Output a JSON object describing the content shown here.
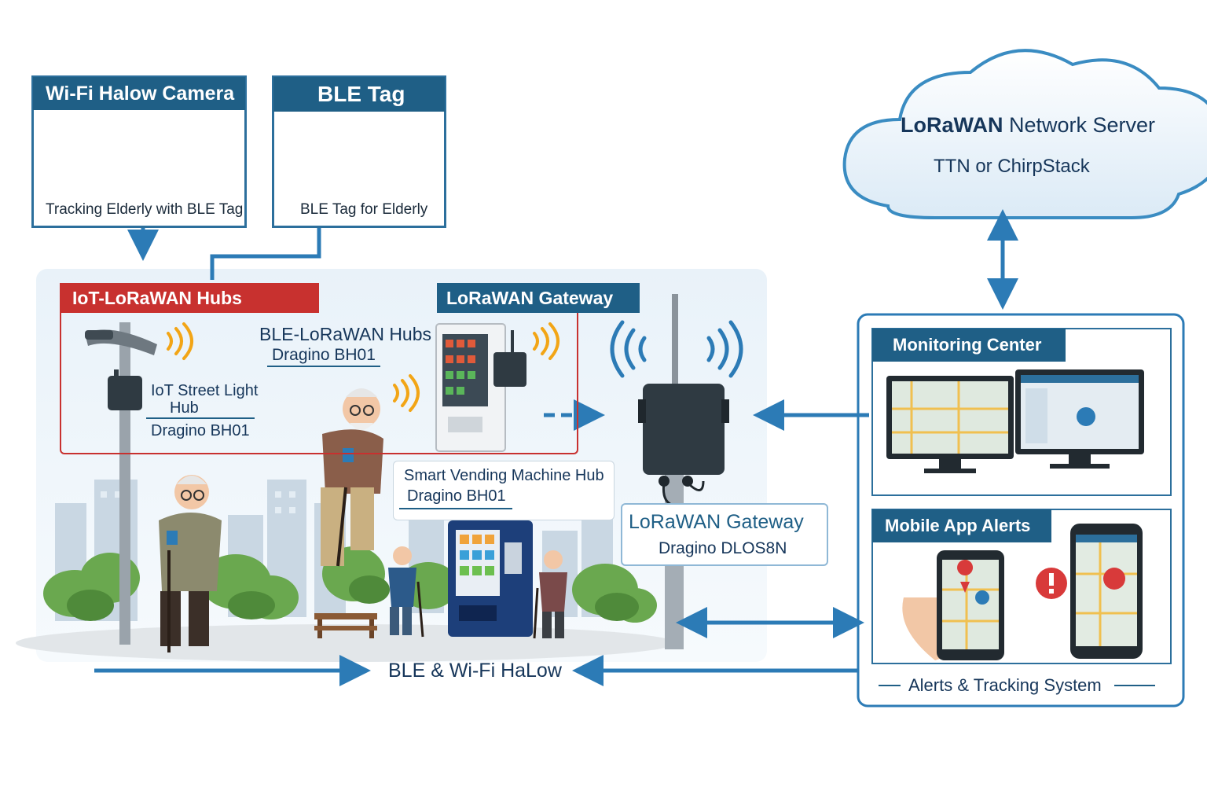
{
  "camera_box": {
    "title": "Wi-Fi Halow Camera",
    "caption": "Tracking Elderly with BLE Tag"
  },
  "ble_tag_box": {
    "title": "BLE Tag",
    "caption": "BLE Tag for Elderly"
  },
  "cloud": {
    "title_bold": "LoRaWAN",
    "title_rest": " Network Server",
    "subtitle": "TTN or ChirpStack"
  },
  "iot_hubs": {
    "title": "IoT-LoRaWAN Hubs"
  },
  "street_light_hub": {
    "line1": "IoT Street Light",
    "line2": "Hub",
    "model": "Dragino BH01"
  },
  "ble_lorawan_hubs": {
    "title": "BLE-LoRaWAN Hubs",
    "model": "Dragino BH01"
  },
  "gateway_header": {
    "title": "LoRaWAN Gateway"
  },
  "vending_hub": {
    "title": "Smart Vending Machine Hub",
    "model": "Dragino BH01"
  },
  "gateway_label": {
    "title": "LoRaWAN Gateway",
    "model": "Dragino DLOS8N"
  },
  "monitoring_center": {
    "title": "Monitoring Center"
  },
  "mobile_app": {
    "title": "Mobile App Alerts"
  },
  "alerts_system": {
    "label": "Alerts & Tracking System"
  },
  "bottom_link": {
    "label": "BLE & Wi-Fi HaLow"
  },
  "colors": {
    "navy": "#1f5f86",
    "blue": "#2c7bb6",
    "red": "#c8312f",
    "teal": "#2f7fa8",
    "cloud_border": "#3a8cc2"
  }
}
